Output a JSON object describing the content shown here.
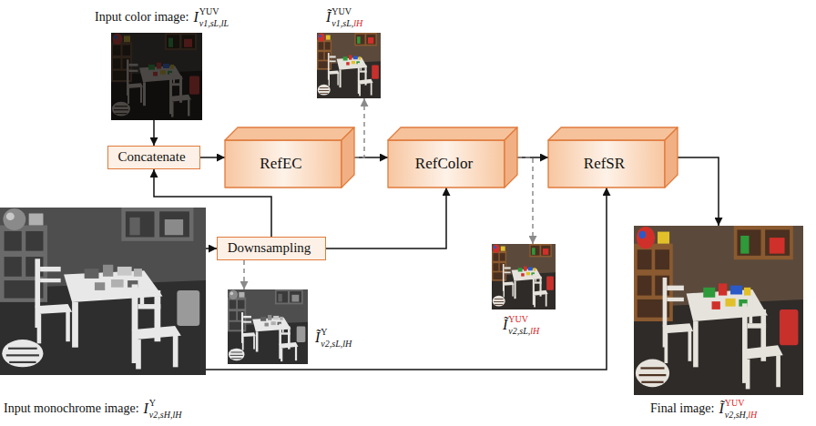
{
  "diagram": {
    "nodes": [
      {
        "text": [
          "Input color image:",
          "I",
          "YUV",
          "v1,sL,lL"
        ]
      },
      {
        "text": [
          "Ĩ",
          "YUV",
          "v1,sL,",
          "lH"
        ]
      },
      {
        "text": [
          "Concatenate"
        ]
      },
      {
        "text": [
          "RefEC"
        ]
      },
      {
        "text": [
          "RefColor"
        ]
      },
      {
        "text": [
          "RefSR"
        ]
      },
      {
        "text": [
          "Input monochrome image:",
          "I",
          "Y",
          "v2,sH,lH"
        ]
      },
      {
        "text": [
          "Downsampling"
        ]
      },
      {
        "text": [
          "Ĩ",
          "YUV",
          "v2,sL,",
          "lH"
        ]
      },
      {
        "text": [
          "Ĩ",
          "Y",
          "v2,sL,lH"
        ]
      },
      {
        "text": [
          "Final image:",
          "Ĩ",
          "YUV",
          "v2,sH,",
          "lH"
        ]
      }
    ],
    "edges": [
      {
        "from": 0,
        "to": 2,
        "arrow": "to"
      },
      {
        "from": 2,
        "to": 3,
        "arrow": "to"
      },
      {
        "from": 3,
        "to": 4,
        "arrow": "to"
      },
      {
        "from": 4,
        "to": 5,
        "arrow": "to"
      },
      {
        "from": 5,
        "to": 10,
        "arrow": "to"
      },
      {
        "from": 6,
        "to": 7,
        "arrow": "to"
      },
      {
        "from": 7,
        "to": 2,
        "arrow": "to"
      },
      {
        "from": 7,
        "to": 4,
        "arrow": "to"
      },
      {
        "from": 6,
        "to": 5,
        "arrow": "to"
      },
      {
        "from": 3,
        "to": 1,
        "arrow": "to"
      },
      {
        "from": 7,
        "to": 9,
        "arrow": "to"
      },
      {
        "from": 4,
        "to": 8,
        "arrow": "to"
      }
    ]
  }
}
